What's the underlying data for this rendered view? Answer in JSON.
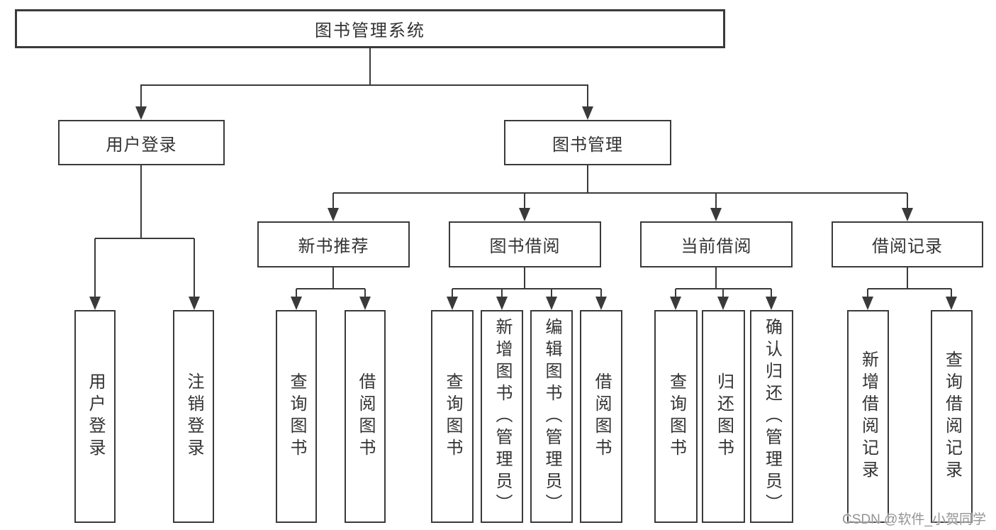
{
  "colors": {
    "line": "#3a3a3a",
    "text": "#333333",
    "background": "#ffffff",
    "watermark_gray": "#949494"
  },
  "watermark": {
    "text": "CSDN @软件_小贺同学"
  },
  "tree": {
    "root": {
      "label": "图书管理系统"
    },
    "user_login": {
      "label": "用户登录",
      "children": [
        {
          "label": "用户登录"
        },
        {
          "label": "注销登录"
        }
      ]
    },
    "book_management": {
      "label": "图书管理",
      "new_book_recommendation": {
        "label": "新书推荐",
        "children": [
          {
            "label": "查询图书"
          },
          {
            "label": "借阅图书"
          }
        ]
      },
      "book_borrowing": {
        "label": "图书借阅",
        "children": [
          {
            "label": "查询图书"
          },
          {
            "label": "新增图书（管理员）"
          },
          {
            "label": "编辑图书（管理员）"
          },
          {
            "label": "借阅图书"
          }
        ]
      },
      "current_borrowing": {
        "label": "当前借阅",
        "children": [
          {
            "label": "查询图书"
          },
          {
            "label": "归还图书"
          },
          {
            "label": "确认归还（管理员）"
          }
        ]
      },
      "borrowing_records": {
        "label": "借阅记录",
        "children": [
          {
            "label": "新增借阅记录"
          },
          {
            "label": "查询借阅记录"
          }
        ]
      }
    }
  }
}
